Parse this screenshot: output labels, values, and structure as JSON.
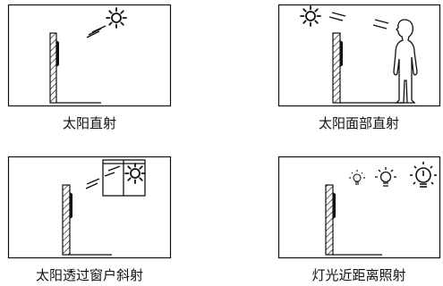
{
  "panels": [
    {
      "caption": "太阳直射"
    },
    {
      "caption": "太阳面部直射"
    },
    {
      "caption": "太阳透过窗户斜射"
    },
    {
      "caption": "灯光近距离照射"
    }
  ],
  "colors": {
    "stroke": "#111111",
    "background": "#ffffff"
  },
  "icons": [
    "sun-icon",
    "window-icon",
    "lightbulb-icon",
    "person-silhouette-icon",
    "hatched-wall-icon"
  ]
}
